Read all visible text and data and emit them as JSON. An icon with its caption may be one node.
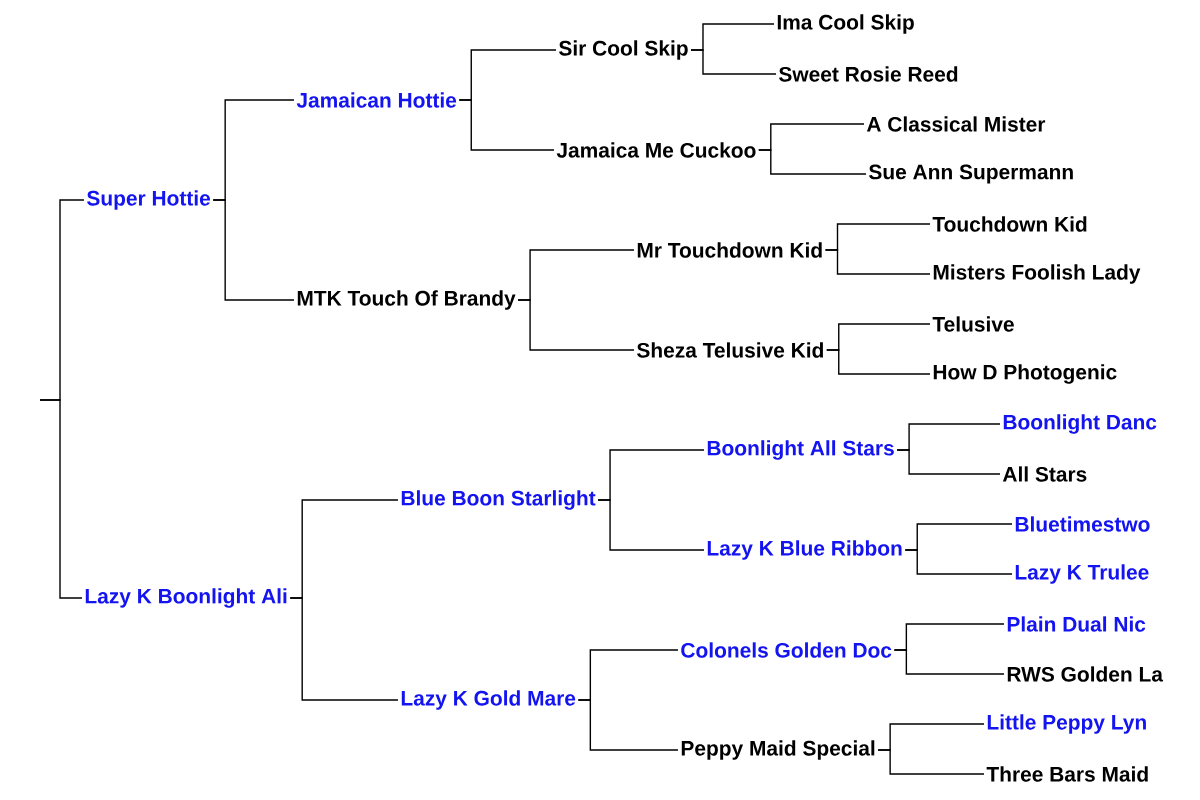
{
  "diagram": {
    "nodes": [
      {
        "text": [
          "Super Hottie"
        ]
      },
      {
        "text": [
          "Jamaican Hottie"
        ]
      },
      {
        "text": [
          "Sir Cool Skip"
        ]
      },
      {
        "text": [
          "Ima Cool Skip"
        ]
      },
      {
        "text": [
          "Sweet Rosie Reed"
        ]
      },
      {
        "text": [
          "Jamaica Me Cuckoo"
        ]
      },
      {
        "text": [
          "A Classical Mister"
        ]
      },
      {
        "text": [
          "Sue Ann Supermann"
        ]
      },
      {
        "text": [
          "MTK Touch Of Brandy"
        ]
      },
      {
        "text": [
          "Mr Touchdown Kid"
        ]
      },
      {
        "text": [
          "Touchdown Kid"
        ]
      },
      {
        "text": [
          "Misters Foolish Lady"
        ]
      },
      {
        "text": [
          "Sheza Telusive Kid"
        ]
      },
      {
        "text": [
          "Telusive"
        ]
      },
      {
        "text": [
          "How D Photogenic"
        ]
      },
      {
        "text": [
          "Lazy K Boonlight Ali"
        ]
      },
      {
        "text": [
          "Blue Boon Starlight"
        ]
      },
      {
        "text": [
          "Boonlight All Stars"
        ]
      },
      {
        "text": [
          "Boonlight Danc"
        ]
      },
      {
        "text": [
          "All Stars"
        ]
      },
      {
        "text": [
          "Lazy K Blue Ribbon"
        ]
      },
      {
        "text": [
          "Bluetimestwo"
        ]
      },
      {
        "text": [
          "Lazy K Trulee"
        ]
      },
      {
        "text": [
          "Lazy K Gold Mare"
        ]
      },
      {
        "text": [
          "Colonels Golden Doc"
        ]
      },
      {
        "text": [
          "Plain Dual Nic"
        ]
      },
      {
        "text": [
          "RWS Golden La"
        ]
      },
      {
        "text": [
          "Peppy Maid Special"
        ]
      },
      {
        "text": [
          "Little Peppy Lyn"
        ]
      },
      {
        "text": [
          "Three Bars Maid"
        ]
      }
    ],
    "edges": [
      {
        "from": null,
        "to": 0,
        "arrow": "none"
      },
      {
        "from": null,
        "to": 15,
        "arrow": "none"
      },
      {
        "from": 0,
        "to": 1,
        "arrow": "none"
      },
      {
        "from": 0,
        "to": 8,
        "arrow": "none"
      },
      {
        "from": 1,
        "to": 2,
        "arrow": "none"
      },
      {
        "from": 1,
        "to": 5,
        "arrow": "none"
      },
      {
        "from": 2,
        "to": 3,
        "arrow": "none"
      },
      {
        "from": 2,
        "to": 4,
        "arrow": "none"
      },
      {
        "from": 5,
        "to": 6,
        "arrow": "none"
      },
      {
        "from": 5,
        "to": 7,
        "arrow": "none"
      },
      {
        "from": 8,
        "to": 9,
        "arrow": "none"
      },
      {
        "from": 8,
        "to": 12,
        "arrow": "none"
      },
      {
        "from": 9,
        "to": 10,
        "arrow": "none"
      },
      {
        "from": 9,
        "to": 11,
        "arrow": "none"
      },
      {
        "from": 12,
        "to": 13,
        "arrow": "none"
      },
      {
        "from": 12,
        "to": 14,
        "arrow": "none"
      },
      {
        "from": 15,
        "to": 16,
        "arrow": "none"
      },
      {
        "from": 15,
        "to": 23,
        "arrow": "none"
      },
      {
        "from": 16,
        "to": 17,
        "arrow": "none"
      },
      {
        "from": 16,
        "to": 20,
        "arrow": "none"
      },
      {
        "from": 17,
        "to": 18,
        "arrow": "none"
      },
      {
        "from": 17,
        "to": 19,
        "arrow": "none"
      },
      {
        "from": 20,
        "to": 21,
        "arrow": "none"
      },
      {
        "from": 20,
        "to": 22,
        "arrow": "none"
      },
      {
        "from": 23,
        "to": 24,
        "arrow": "none"
      },
      {
        "from": 23,
        "to": 27,
        "arrow": "none"
      },
      {
        "from": 24,
        "to": 25,
        "arrow": "none"
      },
      {
        "from": 24,
        "to": 26,
        "arrow": "none"
      },
      {
        "from": 27,
        "to": 28,
        "arrow": "none"
      },
      {
        "from": 27,
        "to": 29,
        "arrow": "none"
      }
    ]
  }
}
